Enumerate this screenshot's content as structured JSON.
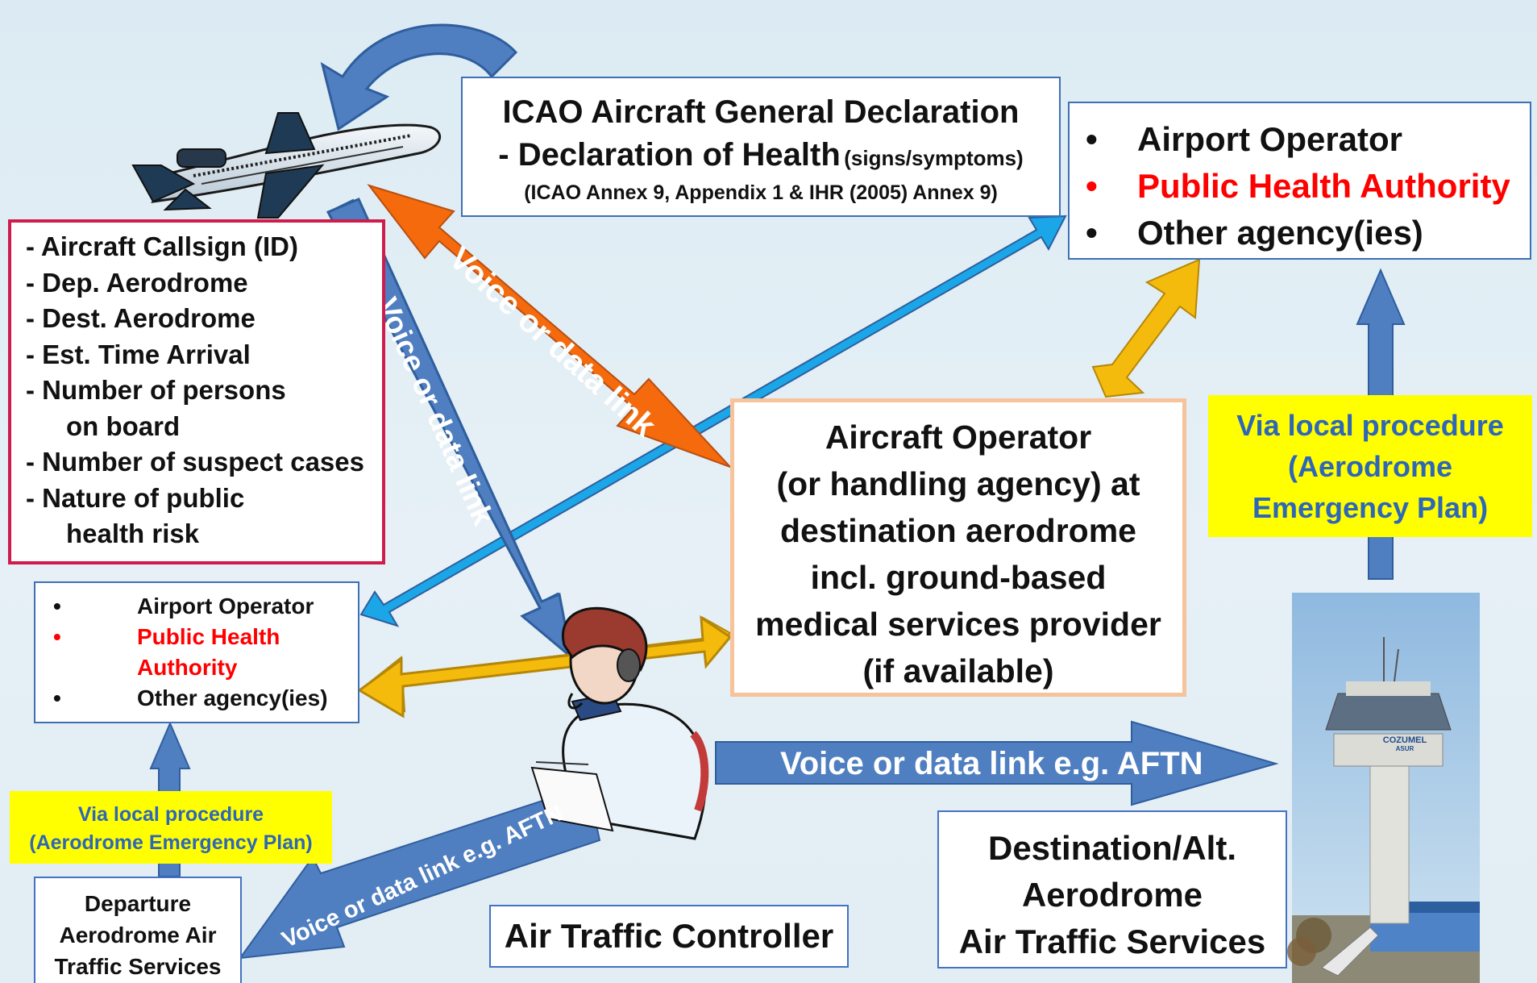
{
  "icao_box": {
    "line1": "ICAO Aircraft General Declaration",
    "line2": "- Declaration of Health",
    "line2_small": "(signs/symptoms)",
    "line3": "(ICAO Annex 9, Appendix 1 & IHR (2005) Annex 9)"
  },
  "agency_top": {
    "items": [
      "Airport Operator",
      "Public Health Authority",
      "Other agency(ies)"
    ]
  },
  "flight_info": {
    "items": [
      "- Aircraft Callsign (ID)",
      "- Dep. Aerodrome",
      "- Dest. Aerodrome",
      "- Est. Time Arrival",
      "- Number of persons",
      "on board",
      "- Number of suspect cases",
      "- Nature of public",
      "health risk"
    ]
  },
  "agency_left": {
    "items": [
      "Airport Operator",
      "Public Health",
      "Authority",
      "Other agency(ies)"
    ]
  },
  "operator_box": {
    "lines": [
      "Aircraft  Operator",
      "(or handling agency) at",
      "destination aerodrome",
      "incl. ground-based",
      "medical services provider",
      "(if available)"
    ]
  },
  "note_right": {
    "lines": [
      "Via local procedure",
      "(Aerodrome",
      "Emergency Plan)"
    ]
  },
  "note_left": {
    "lines": [
      "Via local procedure",
      "(Aerodrome Emergency Plan)"
    ]
  },
  "departure_box": {
    "lines": [
      "Departure",
      "Aerodrome Air",
      "Traffic Services"
    ]
  },
  "atc_box": {
    "label": "Air Traffic Controller"
  },
  "destination_box": {
    "lines": [
      "Destination/Alt.",
      "Aerodrome",
      "Air Traffic Services"
    ]
  },
  "arrow_labels": {
    "orange": "Voice or data link",
    "vertical": "Voice or data link",
    "horizontal": "Voice or data link e.g. AFTN",
    "diagonal": "Voice or data link e.g. AFTN"
  },
  "tower_sign": "COZUMEL",
  "tower_sign_small": "ASUR",
  "colors": {
    "orange_arrow": "#f46a0c",
    "light_blue_arrow": "#1ba6e8",
    "steel_blue_arrow": "#4f7fc0",
    "yellow_arrow": "#f5bb0c",
    "red_text": "#ff0000",
    "note_text": "#2e66b8"
  }
}
